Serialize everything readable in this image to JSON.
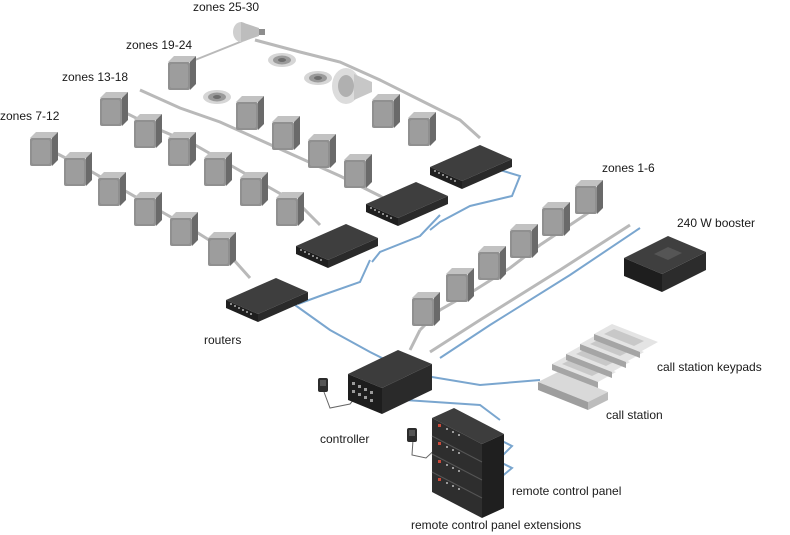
{
  "labels": {
    "zones_25_30": "zones 25-30",
    "zones_19_24": "zones 19-24",
    "zones_13_18": "zones 13-18",
    "zones_7_12": "zones 7-12",
    "zones_1_6": "zones 1-6",
    "booster": "240 W booster",
    "routers": "routers",
    "call_station_keypads": "call station keypads",
    "call_station": "call station",
    "controller": "controller",
    "remote_control_panel": "remote control panel",
    "remote_control_panel_extensions": "remote control panel extensions"
  },
  "colors": {
    "speaker_front": "#8f8f8f",
    "speaker_side": "#6e6e6e",
    "speaker_top": "#b8b8b8",
    "device_dark": "#2b2b2b",
    "device_top": "#3c3c3c",
    "cable_grey": "#b9b9b9",
    "cable_blue": "#7aa6cf",
    "panel_light": "#dcdcdc"
  },
  "icons": {
    "speaker": "box-speaker-icon",
    "ceiling_speaker": "ceiling-speaker-icon",
    "horn": "horn-speaker-icon",
    "router": "router-icon",
    "booster": "amplifier-icon",
    "controller": "controller-icon",
    "microphone": "microphone-icon",
    "keypad": "keypad-icon",
    "rack": "rack-panel-icon"
  }
}
